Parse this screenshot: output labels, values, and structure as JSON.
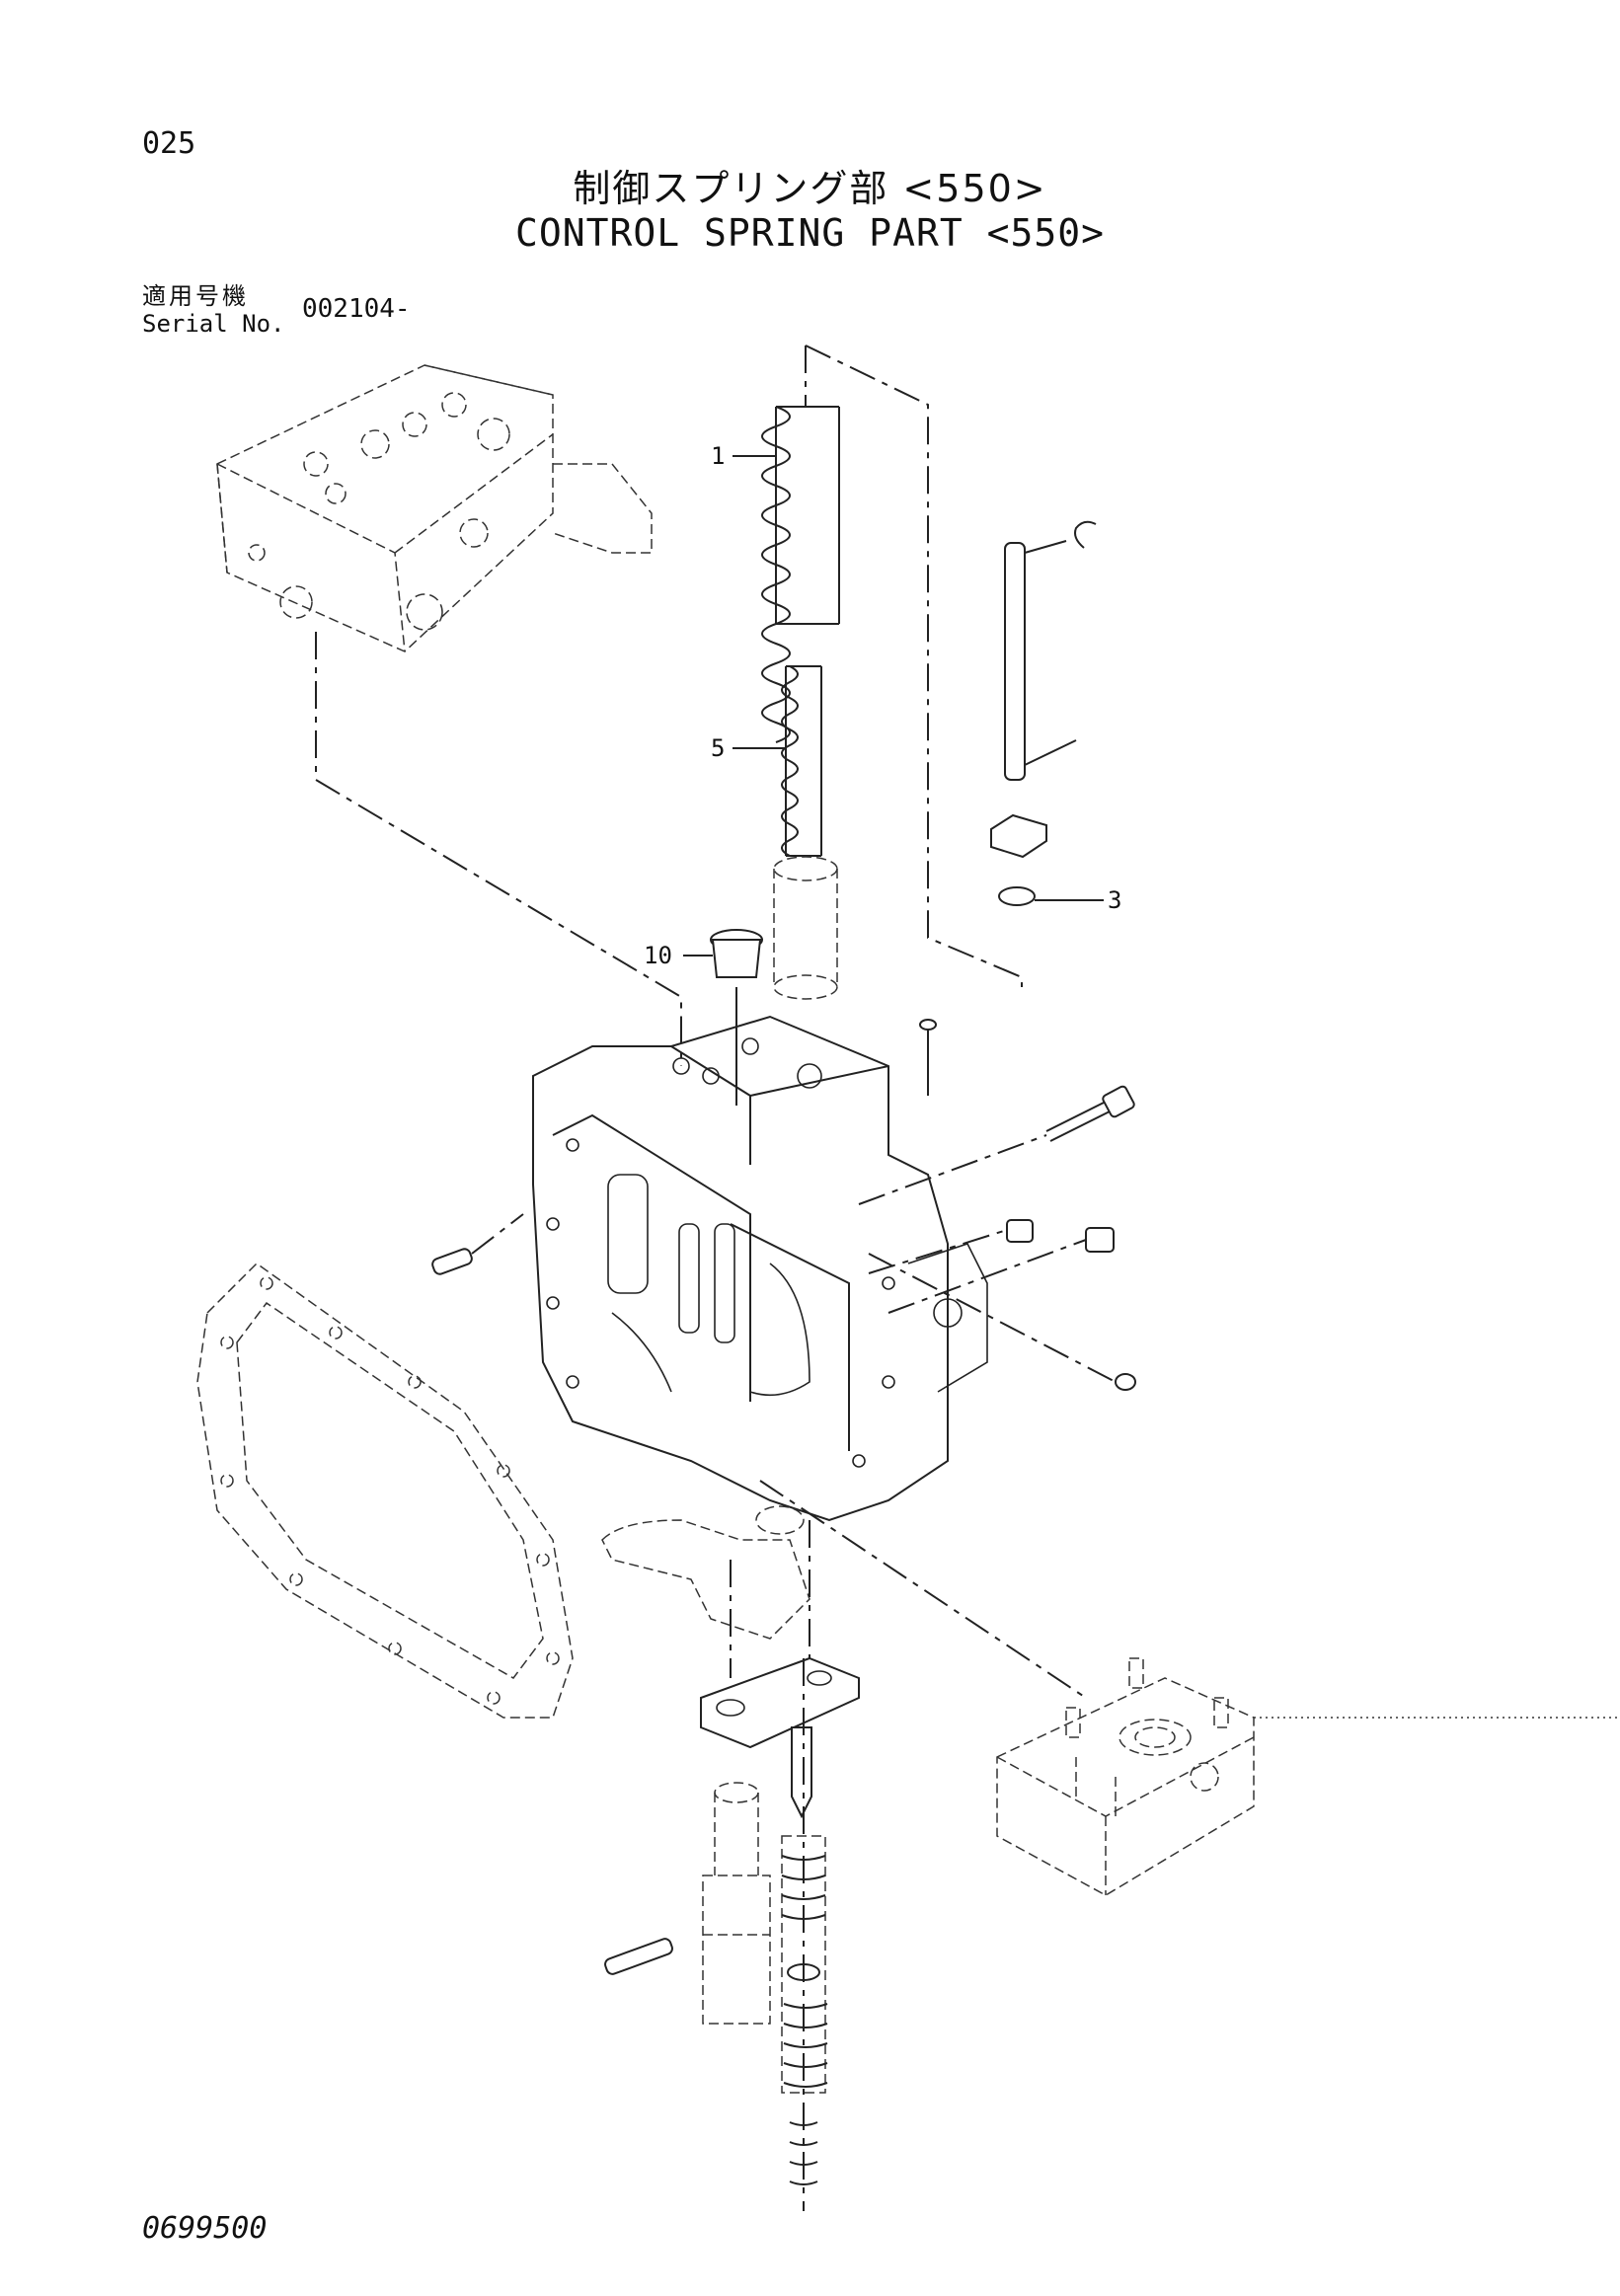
{
  "page_number": "025",
  "title_jp": "制御スプリング部 <550>",
  "title_en": "CONTROL SPRING PART <550>",
  "serial": {
    "label_jp": "適用号機",
    "label_en": "Serial No.",
    "value": "002104-"
  },
  "callouts": [
    {
      "label": "1"
    },
    {
      "label": "3"
    },
    {
      "label": "5"
    },
    {
      "label": "10"
    }
  ],
  "drawing_number": "0699500"
}
